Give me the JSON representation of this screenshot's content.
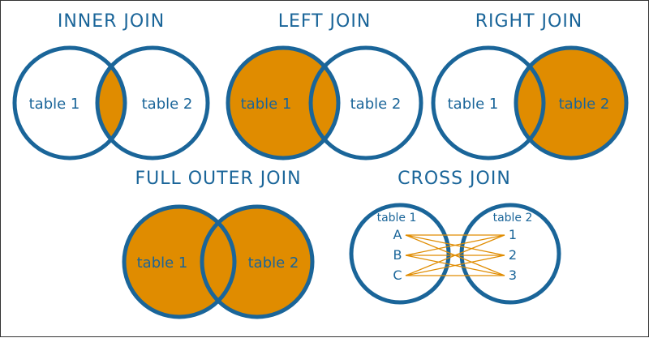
{
  "colors": {
    "circle_stroke": "#1a6599",
    "fill": "#e08c00",
    "text": "#1a6599",
    "cross_line": "#e08c00",
    "background": "#ffffff"
  },
  "inner_join": {
    "title": "INNER JOIN",
    "left_label": "table 1",
    "right_label": "table 2"
  },
  "left_join": {
    "title": "LEFT JOIN",
    "left_label": "table 1",
    "right_label": "table 2"
  },
  "right_join": {
    "title": "RIGHT JOIN",
    "left_label": "table 1",
    "right_label": "table 2"
  },
  "full_outer_join": {
    "title": "FULL OUTER JOIN",
    "left_label": "table 1",
    "right_label": "table 2"
  },
  "cross_join": {
    "title": "CROSS JOIN",
    "left_label": "table 1",
    "right_label": "table 2",
    "left_items": [
      "A",
      "B",
      "C"
    ],
    "right_items": [
      "1",
      "2",
      "3"
    ]
  }
}
